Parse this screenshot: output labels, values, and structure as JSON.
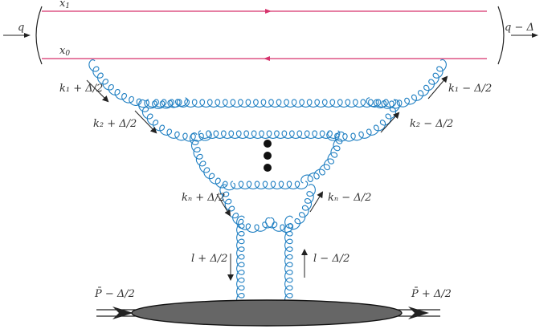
{
  "colors": {
    "quark_line": "#d6336c",
    "gluon": "#1f7fc2",
    "ink": "#222222",
    "blob": "#666666"
  },
  "labels": {
    "quark_top": "x",
    "quark_top_sub": "1",
    "quark_bottom": "x",
    "quark_bottom_sub": "0",
    "photon_in": "q",
    "photon_out": "q − Δ",
    "k1_left": "k₁ + Δ/2",
    "k2_left": "k₂ + Δ/2",
    "kn_left": "kₙ + Δ/2",
    "l_left": "l + Δ/2",
    "k1_right": "k₁ − Δ/2",
    "k2_right": "k₂ − Δ/2",
    "kn_right": "kₙ − Δ/2",
    "l_right": "l − Δ/2",
    "proton_in": "P̄ − Δ/2",
    "proton_out": "P̄ + Δ/2"
  },
  "icons": {
    "ellipsis": "vertical-dots"
  }
}
